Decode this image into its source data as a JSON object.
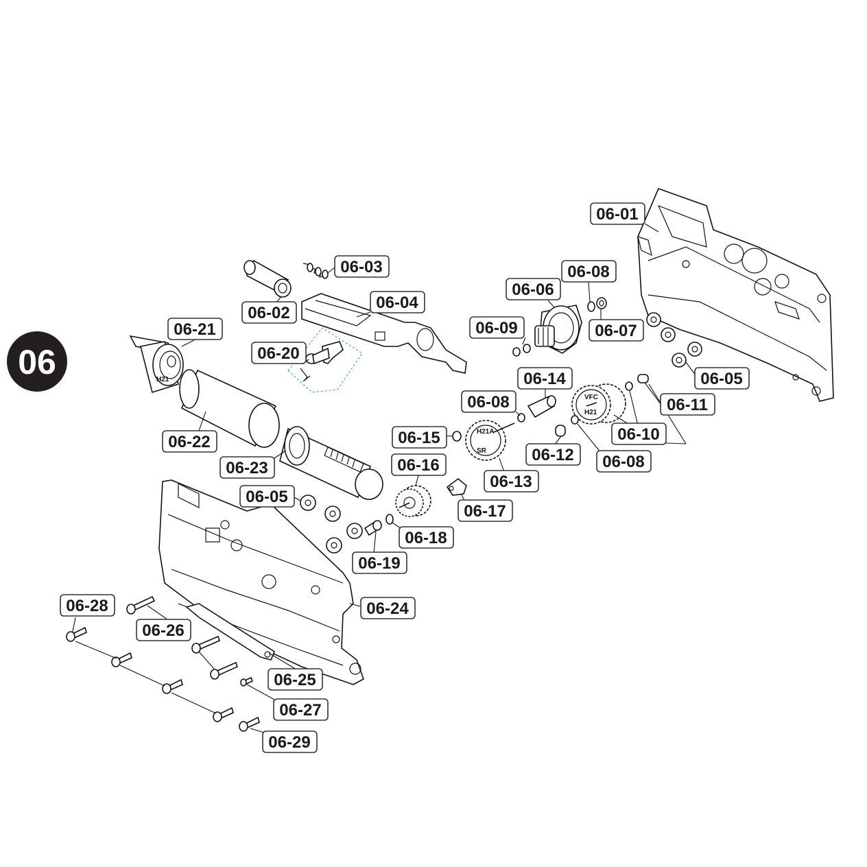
{
  "section": {
    "number": "06",
    "badge_color": "#231f20"
  },
  "labels": [
    {
      "id": "lbl-0601",
      "text": "06-01"
    },
    {
      "id": "lbl-0602",
      "text": "06-02"
    },
    {
      "id": "lbl-0603",
      "text": "06-03"
    },
    {
      "id": "lbl-0604",
      "text": "06-04"
    },
    {
      "id": "lbl-0605a",
      "text": "06-05"
    },
    {
      "id": "lbl-0605b",
      "text": "06-05"
    },
    {
      "id": "lbl-0606",
      "text": "06-06"
    },
    {
      "id": "lbl-0607",
      "text": "06-07"
    },
    {
      "id": "lbl-0608a",
      "text": "06-08"
    },
    {
      "id": "lbl-0608b",
      "text": "06-08"
    },
    {
      "id": "lbl-0608c",
      "text": "06-08"
    },
    {
      "id": "lbl-0609",
      "text": "06-09"
    },
    {
      "id": "lbl-0610",
      "text": "06-10"
    },
    {
      "id": "lbl-0611",
      "text": "06-11"
    },
    {
      "id": "lbl-0612",
      "text": "06-12"
    },
    {
      "id": "lbl-0613",
      "text": "06-13"
    },
    {
      "id": "lbl-0614",
      "text": "06-14"
    },
    {
      "id": "lbl-0615",
      "text": "06-15"
    },
    {
      "id": "lbl-0616",
      "text": "06-16"
    },
    {
      "id": "lbl-0617",
      "text": "06-17"
    },
    {
      "id": "lbl-0618",
      "text": "06-18"
    },
    {
      "id": "lbl-0619",
      "text": "06-19"
    },
    {
      "id": "lbl-0620",
      "text": "06-20"
    },
    {
      "id": "lbl-0621",
      "text": "06-21"
    },
    {
      "id": "lbl-0622",
      "text": "06-22"
    },
    {
      "id": "lbl-0623",
      "text": "06-23"
    },
    {
      "id": "lbl-0624",
      "text": "06-24"
    },
    {
      "id": "lbl-0625",
      "text": "06-25"
    },
    {
      "id": "lbl-0626",
      "text": "06-26"
    },
    {
      "id": "lbl-0627",
      "text": "06-27"
    },
    {
      "id": "lbl-0628",
      "text": "06-28"
    },
    {
      "id": "lbl-0629",
      "text": "06-29"
    }
  ],
  "part_markings": {
    "cylinder_head": "H21",
    "sector_gear": "VFC",
    "spur_gear": "H21A",
    "sector_gear_ratio": "SR"
  }
}
